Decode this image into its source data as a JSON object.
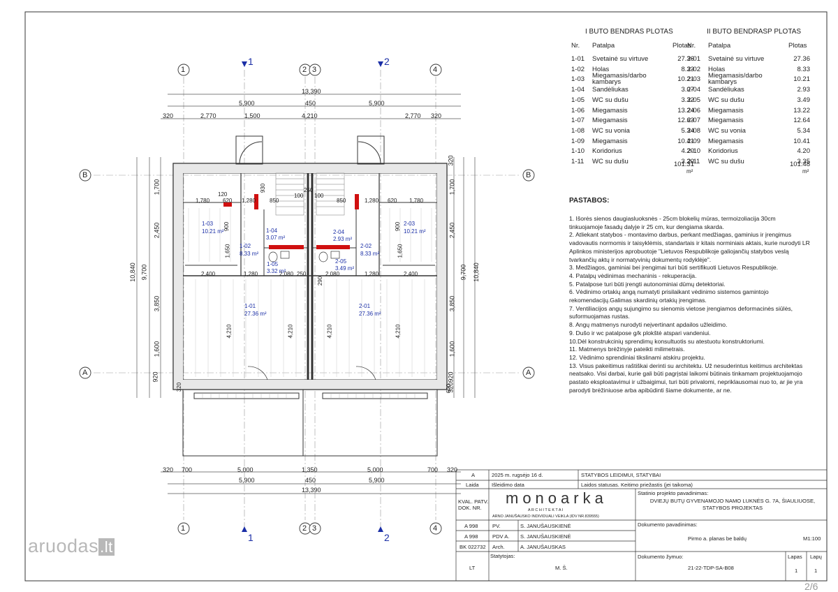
{
  "axes": {
    "grid_top": [
      "1",
      "2",
      "3",
      "4"
    ],
    "grid_bottom": [
      "1",
      "2",
      "3",
      "4"
    ],
    "rows_left": [
      "B",
      "A"
    ],
    "rows_right": [
      "B",
      "A"
    ],
    "section_top": [
      "1",
      "2"
    ],
    "section_bottom": [
      "1",
      "2"
    ]
  },
  "dims": {
    "total_top": "13,390",
    "top_row2": [
      "5,900",
      "450",
      "5,900"
    ],
    "top_row3": [
      "320",
      "2,770",
      "1,500",
      "4,210",
      "2,770",
      "320"
    ],
    "total_bottom": "13,390",
    "bottom_row1": [
      "320",
      "700",
      "5,000",
      "1,350",
      "5,000",
      "700",
      "320"
    ],
    "bottom_row2": [
      "5,900",
      "450",
      "5,900"
    ],
    "left_total": "10,840",
    "left_inner": "9,700",
    "left_parts": [
      "1,700",
      "2,450",
      "3,850",
      "1,600",
      "920"
    ],
    "right_total": "10,840",
    "right_inner": "9,700",
    "right_parts": [
      "1,700",
      "2,450",
      "3,850",
      "1,600",
      "920",
      "320",
      "320"
    ],
    "interior": [
      "1,780",
      "620",
      "120",
      "1,280",
      "850",
      "930",
      "250",
      "100",
      "100",
      "850",
      "1,280",
      "620",
      "1,780",
      "900",
      "1,650",
      "2,400",
      "1,280",
      "2,080",
      "250",
      "290",
      "2,080",
      "1,280",
      "2,400",
      "4,210",
      "4,210",
      "4,210",
      "4,210",
      "1,650",
      "900",
      "600",
      "320"
    ]
  },
  "rooms": [
    {
      "id": "1-03",
      "area": "10.21 m²"
    },
    {
      "id": "1-02",
      "area": "8.33 m²"
    },
    {
      "id": "1-04",
      "area": "3.07 m²"
    },
    {
      "id": "1-05",
      "area": "3.32 m²"
    },
    {
      "id": "1-01",
      "area": "27.36 m²"
    },
    {
      "id": "2-04",
      "area": "2.93 m²"
    },
    {
      "id": "2-05",
      "area": "3.49 m²"
    },
    {
      "id": "2-02",
      "area": "8.33 m²"
    },
    {
      "id": "2-03",
      "area": "10.21 m²"
    },
    {
      "id": "2-01",
      "area": "27.36 m²"
    }
  ],
  "table1": {
    "title": "I BUTO BENDRAS PLOTAS",
    "headers": [
      "Nr.",
      "Patalpa",
      "Plotas"
    ],
    "rows": [
      [
        "1-01",
        "Svetainė su virtuve",
        "27.36"
      ],
      [
        "1-02",
        "Holas",
        "8.33"
      ],
      [
        "1-03",
        "Miegamasis/darbo kambarys",
        "10.21"
      ],
      [
        "1-04",
        "Sandėliukas",
        "3.07"
      ],
      [
        "1-05",
        "WC su dušu",
        "3.32"
      ],
      [
        "1-06",
        "Miegamasis",
        "13.24"
      ],
      [
        "1-07",
        "Miegamasis",
        "12.63"
      ],
      [
        "1-08",
        "WC su vonia",
        "5.34"
      ],
      [
        "1-09",
        "Miegamasis",
        "10.41"
      ],
      [
        "1-10",
        "Koridorius",
        "4.20"
      ],
      [
        "1-11",
        "WC su dušu",
        "3.20"
      ]
    ],
    "total": "101.31",
    "unit": "m²"
  },
  "table2": {
    "title": "II BUTO BENDRASP PLOTAS",
    "headers": [
      "Nr.",
      "Patalpa",
      "Plotas"
    ],
    "rows": [
      [
        "2-01",
        "Svetainė su virtuve",
        "27.36"
      ],
      [
        "2-02",
        "Holas",
        "8.33"
      ],
      [
        "2-03",
        "Miegamasis/darbo kambarys",
        "10.21"
      ],
      [
        "2-04",
        "Sandėliukas",
        "2.93"
      ],
      [
        "2-05",
        "WC su dušu",
        "3.49"
      ],
      [
        "2-06",
        "Miegamasis",
        "13.22"
      ],
      [
        "2-07",
        "Miegamasis",
        "12.64"
      ],
      [
        "2-08",
        "WC su vonia",
        "5.34"
      ],
      [
        "2-09",
        "Miegamasis",
        "10.41"
      ],
      [
        "2-10",
        "Koridorius",
        "4.20"
      ],
      [
        "2-11",
        "WC su dušu",
        "3.35"
      ]
    ],
    "total": "101.48",
    "unit": "m²"
  },
  "notes_title": "PASTABOS:",
  "notes": [
    "1. Išorės sienos daugiasluoksnės - 25cm blokelių mūras, termoizoliacija 30cm tinkuojamoje fasadų dalyje ir 25 cm, kur dengiama skarda.",
    "2. Atliekant statybos - montavimo darbus, perkant medžiagas, gaminius ir įrengimus vadovautis normomis ir taisyklėmis, standartais ir kitais norminiais aktais, kurie nurodyti LR Aplinkos ministerijos aprobuotoje \"Lietuvos Respublikoje galiojančių statybos veslą tvarkančių aktų ir normatyvinių dokumentų rodyklėje\".",
    "3. Medžiagos, gaminiai bei įrengimai turi būti sertifikuoti Lietuvos Respublikoje.",
    "4. Patalpų vėdinimas mechaninis - rekuperacija.",
    "5. Patalpose turi būti įrengti autonominiai dūmų detektoriai.",
    "6. Vėdinimo ortakių angą numatyti prisilaikant vėdinimo sistemos gamintojo rekomendacijų.Galimas skardinių ortakių įrengimas.",
    "7. Ventiliacijos angų sujungimo su sienomis vietose įrengiamos deformacinės siūlės, suformuojamas rustas.",
    "8. Angų matmenys nurodyti neįvertinant apdailos užleidimo.",
    "9. Dušo ir wc patalpose g/k plokštė atspari vandeniui.",
    "10.Dėl konstrukcinių sprendimų konsultuotis su atestuotu konstruktoriumi.",
    "11. Matmenys brėžinyje pateikti milimetrais.",
    "12. Vėdinimo sprendiniai tikslinami atskiru projektu.",
    "13. Visus pakeitimus raštiškai derinti su architektu. Už nesuderintus keitimus architektas neatsako. Visi darbai, kurie gali būti pagrįstai laikomi būtinais tinkamam projektuojamojo pastato eksploatavimui ir užbaigimui, turi būti privalomi, nepriklausomai nuo to, ar jie yra parodyti brėžiniuose arba apibūdinti šiame dokumente, ar ne."
  ],
  "title_block": {
    "rev_letter": "A",
    "rev_date": "2025 m. rugsėjo 16 d.",
    "rev_status": "STATYBOS LEIDIMUI, STATYBAI",
    "laida_label": "Laida",
    "issue_date_label": "Išleidimo data",
    "status_label": "Laidos statusas. Keitimo priežastis (jei taikoma)",
    "kval_label": "KVAL. PATV. DOK. NR.",
    "company_logo": "monoarka",
    "company_sub": "A R C H I T E K T A I",
    "company_line": "ARNO JANUŠAUSKO INDIVIDUALI VEIKLA (IDV NR.839555)",
    "project_label": "Statinio projekto pavadinimas:",
    "project_name": "DVIEJŲ BUTŲ GYVENAMOJO NAMO LUKNĖS G. 7A, ŠIAULIUOSE, STATYBOS PROJEKTAS",
    "staff": [
      {
        "dok": "A 998",
        "role": "PV.",
        "name": "S. JANUŠAUSKIENĖ"
      },
      {
        "dok": "A 998",
        "role": "PDV A.",
        "name": "S. JANUŠAUSKIENĖ"
      },
      {
        "dok": "BK 022732",
        "role": "Arch.",
        "name": "A. JANUŠAUSKAS"
      }
    ],
    "doc_name_label": "Dokumento pavadinimas:",
    "doc_name": "Pirmo a. planas be baldų",
    "scale": "M1:100",
    "country": "LT",
    "client_label": "Statytojas:",
    "client": "M. Š.",
    "doc_code_label": "Dokumento žymuo:",
    "doc_code": "21-22-TDP-SA-B08",
    "sheet_label": "Lapas",
    "sheets_label": "Lapų",
    "sheet": "1",
    "sheets": "1"
  },
  "page_counter": "2/6",
  "watermark": {
    "main": "aruodas",
    "tld": ".lt"
  }
}
